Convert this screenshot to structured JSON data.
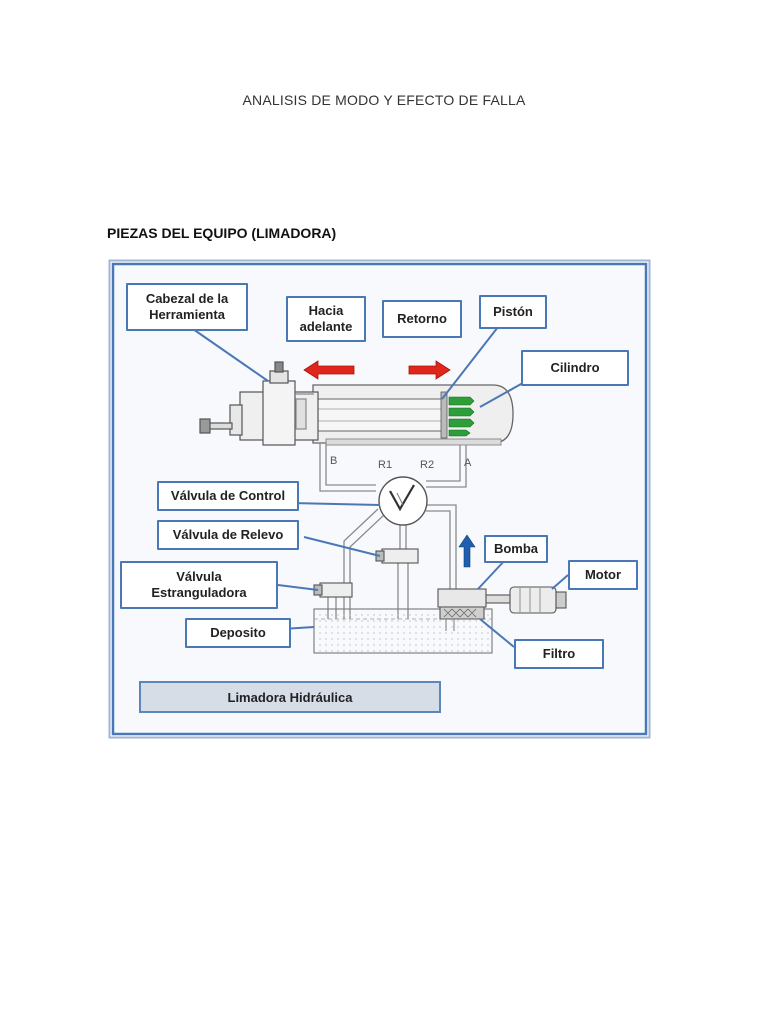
{
  "document": {
    "title": "ANALISIS DE MODO Y EFECTO DE FALLA",
    "section_heading": "PIEZAS DEL EQUIPO (LIMADORA)"
  },
  "figure": {
    "caption": "Limadora Hidráulica",
    "labels": {
      "cabezal_line1": "Cabezal de la",
      "cabezal_line2": "Herramienta",
      "hacia_line1": "Hacia",
      "hacia_line2": "adelante",
      "retorno": "Retorno",
      "piston": "Pistón",
      "cilindro": "Cilindro",
      "valvula_control": "Válvula de Control",
      "valvula_relevo": "Válvula de Relevo",
      "valvula_estr_line1": "Válvula",
      "valvula_estr_line2": "Estranguladora",
      "bomba": "Bomba",
      "motor": "Motor",
      "deposito": "Deposito",
      "filtro": "Filtro"
    },
    "port_labels": {
      "b": "B",
      "r1": "R1",
      "r2": "R2",
      "a": "A"
    },
    "colors": {
      "frame_border": "#4a78b6",
      "label_border": "#4a78b6",
      "arrow_red": "#e0261c",
      "arrow_blue": "#1f5fb0",
      "piston_green": "#2e9e3a",
      "caption_bg": "#d6dde7"
    }
  }
}
